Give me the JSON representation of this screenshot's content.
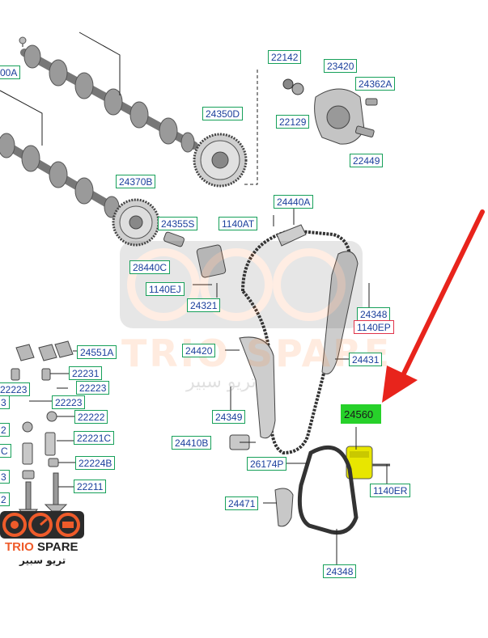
{
  "watermark": {
    "brand": "TRIO SPARE",
    "arabic": "تريو سبير"
  },
  "logo": {
    "brand_part1": "TRIO ",
    "brand_part2": "SPARE",
    "arabic": "تريو سبير"
  },
  "colors": {
    "label_text": "#1a3f9c",
    "label_border": "#17a05a",
    "arrow": "#e8241c",
    "highlight": "#27d12a",
    "logo_orange": "#ef5b2a"
  },
  "labels": {
    "l1": "22142",
    "l2": "23420",
    "l3": "24362A",
    "l4": "22129",
    "l5": "00A",
    "l6": "24350D",
    "l7": "22449",
    "l8": "24370B",
    "l9": "24440A",
    "l10": "24355S",
    "l11": "1140AT",
    "l12": "28440C",
    "l13": "1140EJ",
    "l14": "24321",
    "l15": "24348",
    "l16": "1140EP",
    "l17": "24420",
    "l18": "24431",
    "l19": "24551A",
    "l20": "22231",
    "l21": "22223",
    "l22": "22223",
    "l23": "22223",
    "l24": "24349",
    "l25": "22222",
    "l26": "22221C",
    "l27": "24410B",
    "l28": "24560",
    "l29": "26174P",
    "l30": "22224B",
    "l31": "22211",
    "l32": "1140ER",
    "l33": "24471",
    "l34": "24348",
    "e1": "3",
    "e2": "2",
    "e3": "C",
    "e4": "3",
    "e5": "2"
  }
}
